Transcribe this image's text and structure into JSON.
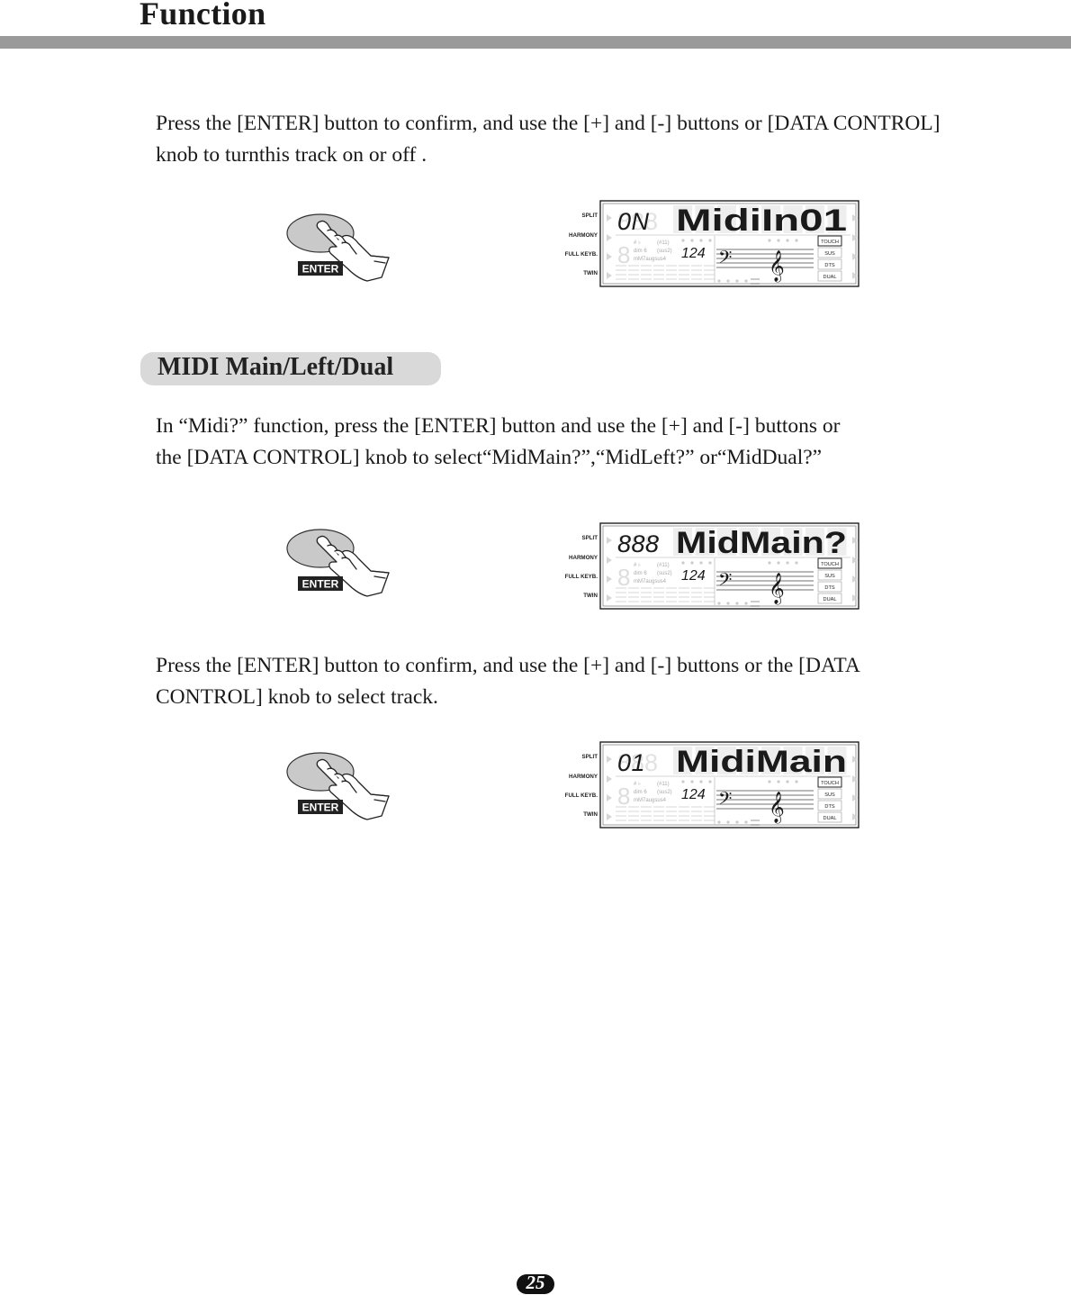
{
  "header": {
    "title": "Function"
  },
  "paragraphs": {
    "p1_line1": "Press the [ENTER] button to confirm, and use the [+] and [-] buttons or [DATA CONTROL]",
    "p1_line2": "knob to turnthis track on or off .",
    "p2_line1": "In  “Midi?”  function, press the [ENTER] button and use the [+] and [-] buttons or",
    "p2_line2": "the [DATA CONTROL] knob to  select“MidMain?”,“MidLeft?” or“MidDual?”",
    "p3_line1": "Press the [ENTER] button to confirm, and use the [+] and [-] buttons or the [DATA",
    "p3_line2": "CONTROL] knob to select track."
  },
  "section": {
    "title": "MIDI Main/Left/Dual"
  },
  "enter_label": "ENTER",
  "lcd": {
    "left_labels": [
      "SPLIT",
      "HARMONY",
      "FULL KEYB.",
      "TWIN"
    ],
    "right_labels": [
      "TOUCH",
      "SUS",
      "DTS",
      "DUAL"
    ],
    "tempo": "124",
    "chord_row1": "# ♭",
    "chord_row2": "dim 6",
    "chord_row3": "mM7augsus4",
    "chord_paren1": "(#11)",
    "chord_paren2": "(sus2)"
  },
  "displays": [
    {
      "number": "0N",
      "text": "MidiIn01"
    },
    {
      "number": "888",
      "text": "MidMain?"
    },
    {
      "number": "01",
      "text": "MidiMain"
    }
  ],
  "page_number": "25"
}
